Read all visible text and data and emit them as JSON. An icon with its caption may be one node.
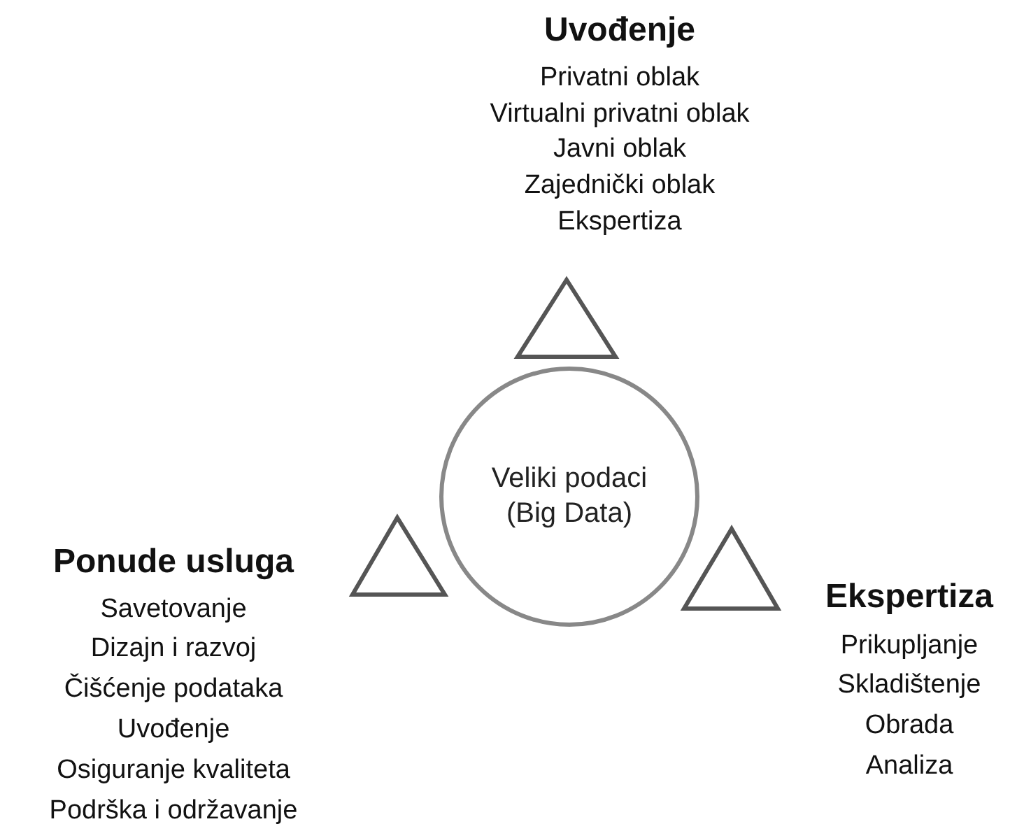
{
  "diagram": {
    "nodes": [
      {
        "text": [
          "Veliki podaci (Big Data)"
        ]
      }
    ],
    "edges": [],
    "labels": [
      "Uvođenje",
      "Privatni oblak",
      "Virtualni privatni oblak",
      "Javni oblak",
      "Zajednički oblak",
      "Ekspertiza",
      "Ponude usluga",
      "Savetovanje",
      "Dizajn i razvoj",
      "Čišćenje podataka",
      "Uvođenje",
      "Osiguranje kvaliteta",
      "Podrška i održavanje",
      "Ekspertiza",
      "Prikupljanje",
      "Skladištenje",
      "Obrada",
      "Analiza"
    ]
  }
}
